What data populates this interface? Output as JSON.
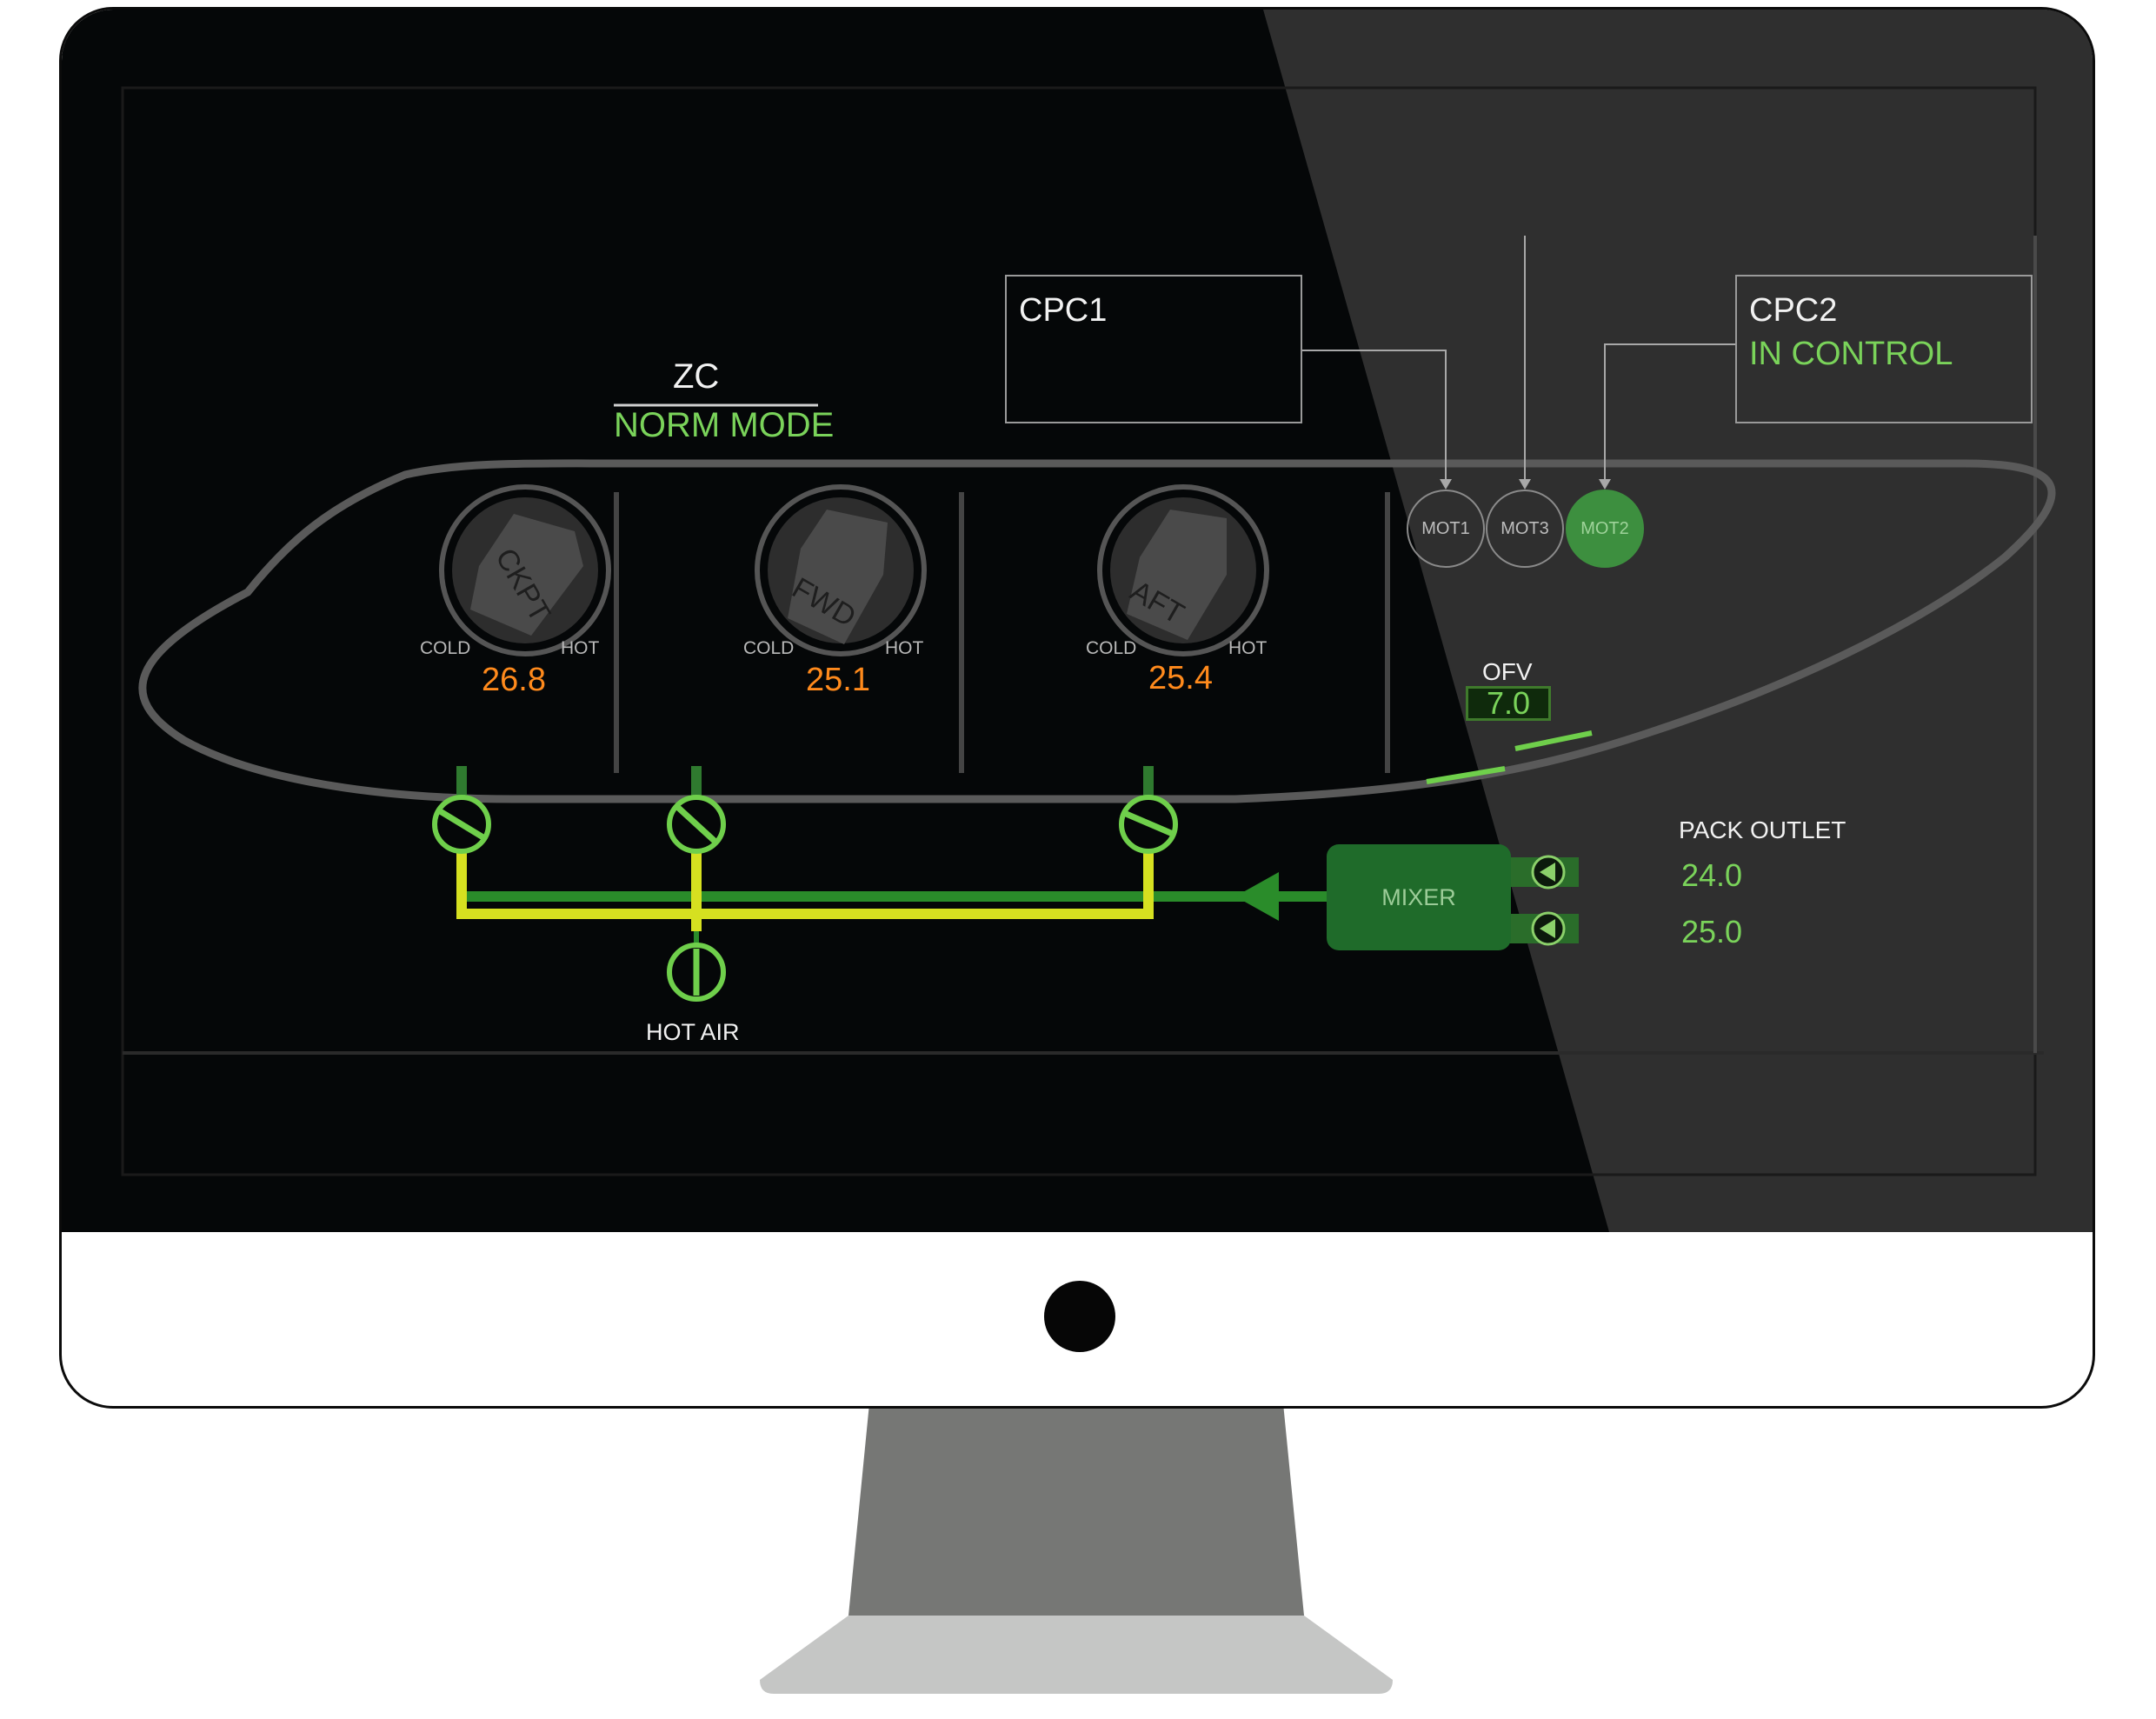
{
  "zone_controller": {
    "title": "ZC",
    "mode": "NORM MODE"
  },
  "cpc1": {
    "title": "CPC1",
    "status": ""
  },
  "cpc2": {
    "title": "CPC2",
    "status": "IN CONTROL"
  },
  "motors": [
    {
      "label": "MOT1",
      "active": false
    },
    {
      "label": "MOT3",
      "active": false
    },
    {
      "label": "MOT2",
      "active": true
    }
  ],
  "zones": [
    {
      "name": "CKPT",
      "cold_label": "COLD",
      "hot_label": "HOT",
      "temperature": "26.8"
    },
    {
      "name": "FWD",
      "cold_label": "COLD",
      "hot_label": "HOT",
      "temperature": "25.1"
    },
    {
      "name": "AFT",
      "cold_label": "COLD",
      "hot_label": "HOT",
      "temperature": "25.4"
    }
  ],
  "ofv": {
    "label": "OFV",
    "value": "7.0"
  },
  "mixer": {
    "label": "MIXER"
  },
  "pack_outlet": {
    "label": "PACK OUTLET",
    "values": [
      "24.0",
      "25.0"
    ]
  },
  "hot_air": {
    "label": "HOT AIR"
  },
  "colors": {
    "screen_bg": "#050708",
    "overlay": "#2e2e2e",
    "green": "#7ad35a",
    "dark_green": "#1f6b2a",
    "yellow": "#d6e020",
    "orange": "#ff8a1c",
    "white": "#f2f2f2"
  }
}
